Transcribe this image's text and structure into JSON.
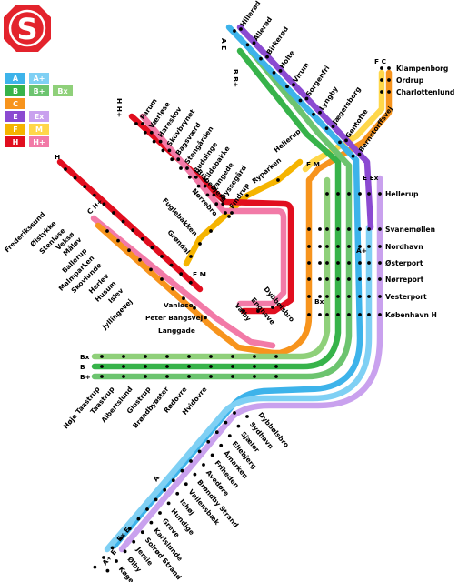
{
  "logo": {
    "letter": "S",
    "color": "#e3232c"
  },
  "colors": {
    "A": "#3db3ea",
    "A+": "#7fd0f4",
    "B": "#37b34a",
    "B+": "#6cc46f",
    "Bx": "#8fd07a",
    "C": "#f7941d",
    "E": "#8b4ad1",
    "Ex": "#c9a1ee",
    "F": "#f5b400",
    "M": "#ffd74a",
    "H": "#e10e1f",
    "H+": "#f27aa7"
  },
  "legend": [
    [
      "A",
      "A+"
    ],
    [
      "B",
      "B+",
      "Bx"
    ],
    [
      "C"
    ],
    [
      "E",
      "Ex"
    ],
    [
      "F",
      "M"
    ],
    [
      "H",
      "H+"
    ]
  ],
  "line_tags": {
    "top_ae": "A E",
    "top_bb": "B B+",
    "top_fc": "F C",
    "top_hh": "H H+",
    "h_left": "H",
    "ch_left": "C H+",
    "fm_top": "F M",
    "fm_mid": "F M",
    "e_ex": "E Ex",
    "a_plus": "A+",
    "bx_mid": "Bx",
    "bx": "Bx",
    "b": "B",
    "b_plus": "B+",
    "bottom_a": "A",
    "bottom_ex_e": "Ex E",
    "bottom_ae": "A+ E"
  },
  "stations": {
    "north_ae": [
      "Hillerød",
      "Allerød",
      "Birkerød",
      "Holte",
      "Virum",
      "Sorgenfri",
      "Lyngby",
      "Jægersborg",
      "Gentofte",
      "Bernstorffsvej"
    ],
    "north_fc": [
      "Klampenborg",
      "Ordrup",
      "Charlottenlund"
    ],
    "frederikssund": [
      "Frederikssund",
      "Ølstykke",
      "Stenløse",
      "Veksø",
      "Måløv",
      "Ballerup",
      "Malmparken",
      "Skovlunde",
      "Herlev",
      "Husum",
      "Islev",
      "Jyllingevej",
      "Vanløse",
      "Peter Bangsvej",
      "Langgade"
    ],
    "farum": [
      "Farum",
      "Værløse",
      "Hareskov",
      "Skovbrynet",
      "Bagsværd",
      "Stengården",
      "Buddinge",
      "Kildebakke",
      "Vangede",
      "Dyssegård",
      "Emdrup"
    ],
    "ring": [
      "Hellerup",
      "Ryparken",
      "Bispebjerg",
      "Nørrebro",
      "Fuglebakken",
      "Grøndal"
    ],
    "west": [
      "Dybbølsbro",
      "Enghave",
      "Valby"
    ],
    "central": [
      "Hellerup",
      "Svanemøllen",
      "Nordhavn",
      "Østerport",
      "Nørreport",
      "Vesterport",
      "København H"
    ],
    "hoje_taastrup": [
      "Høje Taastrup",
      "Taastrup",
      "Albertslund",
      "Glostrup",
      "Brøndbyøster",
      "Rødovre",
      "Hvidovre"
    ],
    "koge": [
      "Dybbølsbro",
      "Sydhavn",
      "Sjælør",
      "Ellebjerg",
      "Åmarken",
      "Friheden",
      "Avedøre",
      "Brøndby Strand",
      "Vallensbæk",
      "Ishøj",
      "Hundige",
      "Greve",
      "Karlslunde",
      "Solrød Strand",
      "Jersie",
      "Ølby",
      "Køge"
    ]
  }
}
